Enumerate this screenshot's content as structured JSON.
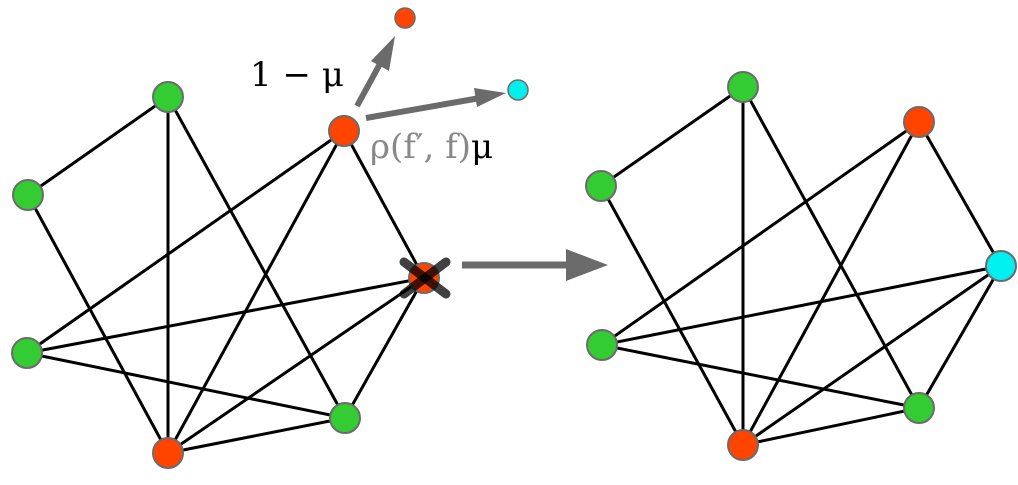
{
  "colors": {
    "green": "#33cc33",
    "red": "#ff4400",
    "cyan": "#00f0f0",
    "edge": "#000000",
    "arrow": "#6b6b6b",
    "node_stroke": "#6b6b6b",
    "gray_text": "#888888"
  },
  "graph_before": {
    "nodes": [
      {
        "id": "A",
        "color": "green"
      },
      {
        "id": "B",
        "color": "green"
      },
      {
        "id": "C",
        "color": "red"
      },
      {
        "id": "D",
        "color": "red",
        "removed": true
      },
      {
        "id": "E",
        "color": "green"
      },
      {
        "id": "F",
        "color": "green"
      },
      {
        "id": "G",
        "color": "red"
      }
    ]
  },
  "graph_after": {
    "nodes": [
      {
        "id": "A",
        "color": "green"
      },
      {
        "id": "B",
        "color": "green"
      },
      {
        "id": "C",
        "color": "red"
      },
      {
        "id": "D",
        "color": "cyan"
      },
      {
        "id": "E",
        "color": "green"
      },
      {
        "id": "F",
        "color": "green"
      },
      {
        "id": "G",
        "color": "red"
      }
    ]
  },
  "edges": [
    [
      "A",
      "B"
    ],
    [
      "A",
      "G"
    ],
    [
      "A",
      "F"
    ],
    [
      "B",
      "G"
    ],
    [
      "C",
      "E"
    ],
    [
      "C",
      "G"
    ],
    [
      "C",
      "D"
    ],
    [
      "E",
      "D"
    ],
    [
      "E",
      "F"
    ],
    [
      "G",
      "D"
    ],
    [
      "G",
      "F"
    ],
    [
      "F",
      "D"
    ]
  ],
  "labels": {
    "keep_prob": "1 − μ",
    "switch_prob_rho": "ρ(f′, f)",
    "switch_prob_mu": "μ"
  }
}
